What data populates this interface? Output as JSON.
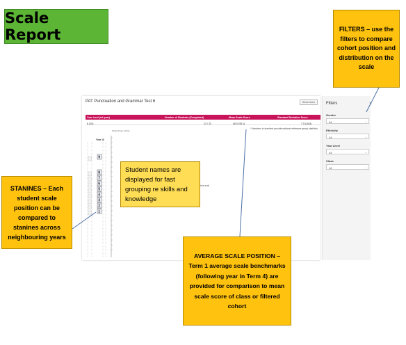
{
  "title": "Scale Report",
  "report": {
    "test_name": "PAT Punctuation and Grammar Test 6",
    "show_icons_label": "Show Icons",
    "columns": [
      "Year level (ref year)",
      "Number of Students (Completed)",
      "Mean Scale Score",
      "Standard Deviation Score"
    ],
    "row": {
      "year_level": "6 (10)",
      "students": "22 / 22",
      "mean": "46.0 (55.1)",
      "sd": "7.5 (16.8)"
    },
    "footnote": "* Numbers in brackets provide national reference group statistics",
    "axis_label": "Scale Score (units)",
    "year_label": "Year 10",
    "stanines": [
      "9",
      "8",
      "7",
      "6",
      "5",
      "4",
      "3",
      "2",
      "1"
    ],
    "side_text": "Stars avail"
  },
  "filters_panel": {
    "title": "Filters",
    "groups": [
      {
        "label": "Gender",
        "value": "All"
      },
      {
        "label": "Ethnicity",
        "value": "All"
      },
      {
        "label": "Year Level",
        "value": "All"
      },
      {
        "label": "Class",
        "value": "All"
      }
    ]
  },
  "notes": {
    "filters": "FILTERS – use the filters to compare cohort position and distribution on the scale",
    "names": "Student names are displayed for fast grouping re skills and knowledge",
    "stanines": "STANINES – Each student scale position can be compared to stanines across neighbouring years",
    "average": "AVERAGE SCALE POSITION – Term 1 average scale benchmarks (following year in Term 4) are provided for comparison to mean scale score of class or filtered cohort"
  },
  "colors": {
    "title_bg": "#5cb535",
    "note_bg": "#ffc20e",
    "header_bg": "#c8145a"
  }
}
